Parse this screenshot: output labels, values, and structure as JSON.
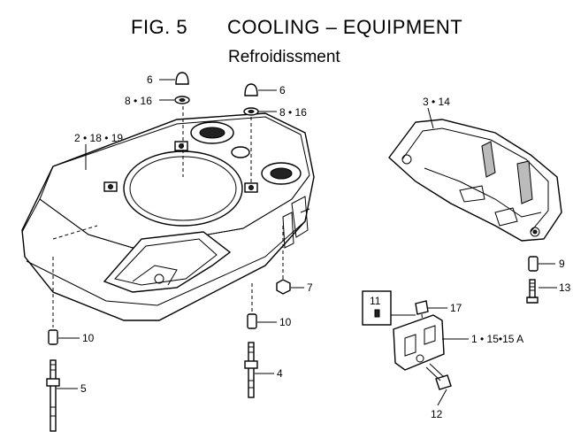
{
  "header": {
    "fig_label": "FIG.  5",
    "title": "COOLING – EQUIPMENT",
    "subtitle": "Refroidissment"
  },
  "callouts": {
    "c_6a": "6",
    "c_8_16a": "8 • 16",
    "c_6b": "6",
    "c_8_16b": "8 • 16",
    "c_2_18_19": "2 • 18 • 19",
    "c_3_14": "3 • 14",
    "c_7": "7",
    "c_9": "9",
    "c_13": "13",
    "c_11": "11",
    "c_17": "17",
    "c_1_15_15a": "1 • 15•15 A",
    "c_10a": "10",
    "c_10b": "10",
    "c_4": "4",
    "c_5": "5",
    "c_12": "12"
  }
}
